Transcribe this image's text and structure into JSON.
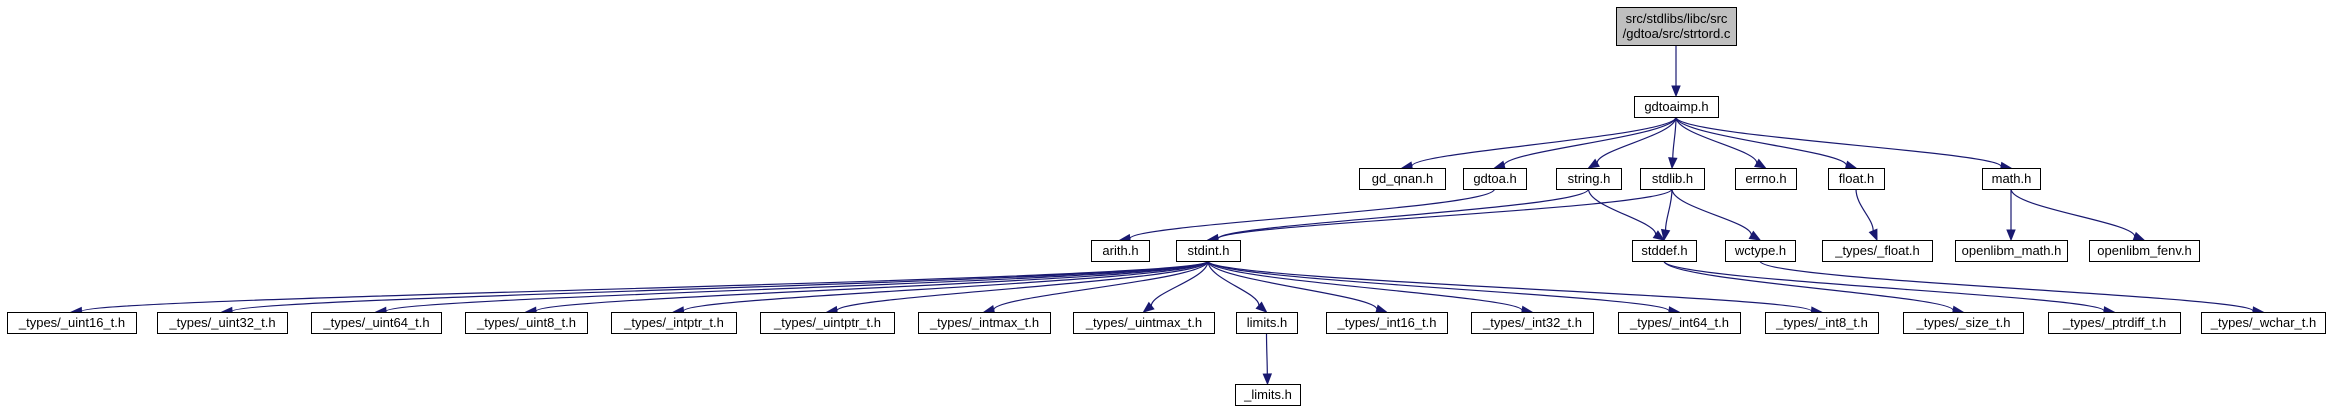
{
  "diagram": {
    "nodes": [
      {
        "id": "root",
        "lines": [
          "src/stdlibs/libc/src",
          "/gdtoa/src/strtord.c"
        ],
        "root": true
      },
      {
        "id": "gdtoaimp",
        "lines": [
          "gdtoaimp.h"
        ]
      },
      {
        "id": "gd_qnan",
        "lines": [
          "gd_qnan.h"
        ]
      },
      {
        "id": "gdtoa",
        "lines": [
          "gdtoa.h"
        ]
      },
      {
        "id": "string",
        "lines": [
          "string.h"
        ]
      },
      {
        "id": "stdlib",
        "lines": [
          "stdlib.h"
        ]
      },
      {
        "id": "errno",
        "lines": [
          "errno.h"
        ]
      },
      {
        "id": "float",
        "lines": [
          "float.h"
        ]
      },
      {
        "id": "math",
        "lines": [
          "math.h"
        ]
      },
      {
        "id": "arith",
        "lines": [
          "arith.h"
        ]
      },
      {
        "id": "stdint",
        "lines": [
          "stdint.h"
        ]
      },
      {
        "id": "stddef",
        "lines": [
          "stddef.h"
        ]
      },
      {
        "id": "wctype",
        "lines": [
          "wctype.h"
        ]
      },
      {
        "id": "types_float",
        "lines": [
          "_types/_float.h"
        ]
      },
      {
        "id": "openlibm_math",
        "lines": [
          "openlibm_math.h"
        ]
      },
      {
        "id": "openlibm_fenv",
        "lines": [
          "openlibm_fenv.h"
        ]
      },
      {
        "id": "uint16",
        "lines": [
          "_types/_uint16_t.h"
        ]
      },
      {
        "id": "uint32",
        "lines": [
          "_types/_uint32_t.h"
        ]
      },
      {
        "id": "uint64",
        "lines": [
          "_types/_uint64_t.h"
        ]
      },
      {
        "id": "uint8",
        "lines": [
          "_types/_uint8_t.h"
        ]
      },
      {
        "id": "intptr",
        "lines": [
          "_types/_intptr_t.h"
        ]
      },
      {
        "id": "uintptr",
        "lines": [
          "_types/_uintptr_t.h"
        ]
      },
      {
        "id": "intmax",
        "lines": [
          "_types/_intmax_t.h"
        ]
      },
      {
        "id": "uintmax",
        "lines": [
          "_types/_uintmax_t.h"
        ]
      },
      {
        "id": "limits",
        "lines": [
          "limits.h"
        ]
      },
      {
        "id": "int16",
        "lines": [
          "_types/_int16_t.h"
        ]
      },
      {
        "id": "int32",
        "lines": [
          "_types/_int32_t.h"
        ]
      },
      {
        "id": "int64",
        "lines": [
          "_types/_int64_t.h"
        ]
      },
      {
        "id": "int8",
        "lines": [
          "_types/_int8_t.h"
        ]
      },
      {
        "id": "size",
        "lines": [
          "_types/_size_t.h"
        ]
      },
      {
        "id": "ptrdiff",
        "lines": [
          "_types/_ptrdiff_t.h"
        ]
      },
      {
        "id": "wchar",
        "lines": [
          "_types/_wchar_t.h"
        ]
      },
      {
        "id": "limits_inner",
        "lines": [
          "_limits.h"
        ]
      }
    ],
    "edges": [
      [
        "root",
        "gdtoaimp"
      ],
      [
        "gdtoaimp",
        "gd_qnan"
      ],
      [
        "gdtoaimp",
        "gdtoa"
      ],
      [
        "gdtoaimp",
        "string"
      ],
      [
        "gdtoaimp",
        "stdlib"
      ],
      [
        "gdtoaimp",
        "errno"
      ],
      [
        "gdtoaimp",
        "float"
      ],
      [
        "gdtoaimp",
        "math"
      ],
      [
        "gdtoa",
        "arith"
      ],
      [
        "string",
        "stdint"
      ],
      [
        "string",
        "stddef"
      ],
      [
        "stdlib",
        "stdint"
      ],
      [
        "stdlib",
        "stddef"
      ],
      [
        "stdlib",
        "wctype"
      ],
      [
        "float",
        "types_float"
      ],
      [
        "math",
        "openlibm_math"
      ],
      [
        "math",
        "openlibm_fenv"
      ],
      [
        "stdint",
        "uint16"
      ],
      [
        "stdint",
        "uint32"
      ],
      [
        "stdint",
        "uint64"
      ],
      [
        "stdint",
        "uint8"
      ],
      [
        "stdint",
        "intptr"
      ],
      [
        "stdint",
        "uintptr"
      ],
      [
        "stdint",
        "intmax"
      ],
      [
        "stdint",
        "uintmax"
      ],
      [
        "stdint",
        "limits"
      ],
      [
        "stdint",
        "int16"
      ],
      [
        "stdint",
        "int32"
      ],
      [
        "stdint",
        "int64"
      ],
      [
        "stdint",
        "int8"
      ],
      [
        "stddef",
        "size"
      ],
      [
        "stddef",
        "ptrdiff"
      ],
      [
        "wctype",
        "wchar"
      ],
      [
        "limits",
        "limits_inner"
      ]
    ],
    "colors": {
      "edge": "#191970",
      "node_border": "#000000",
      "root_fill": "#bfbfbf",
      "node_fill": "#ffffff"
    }
  }
}
